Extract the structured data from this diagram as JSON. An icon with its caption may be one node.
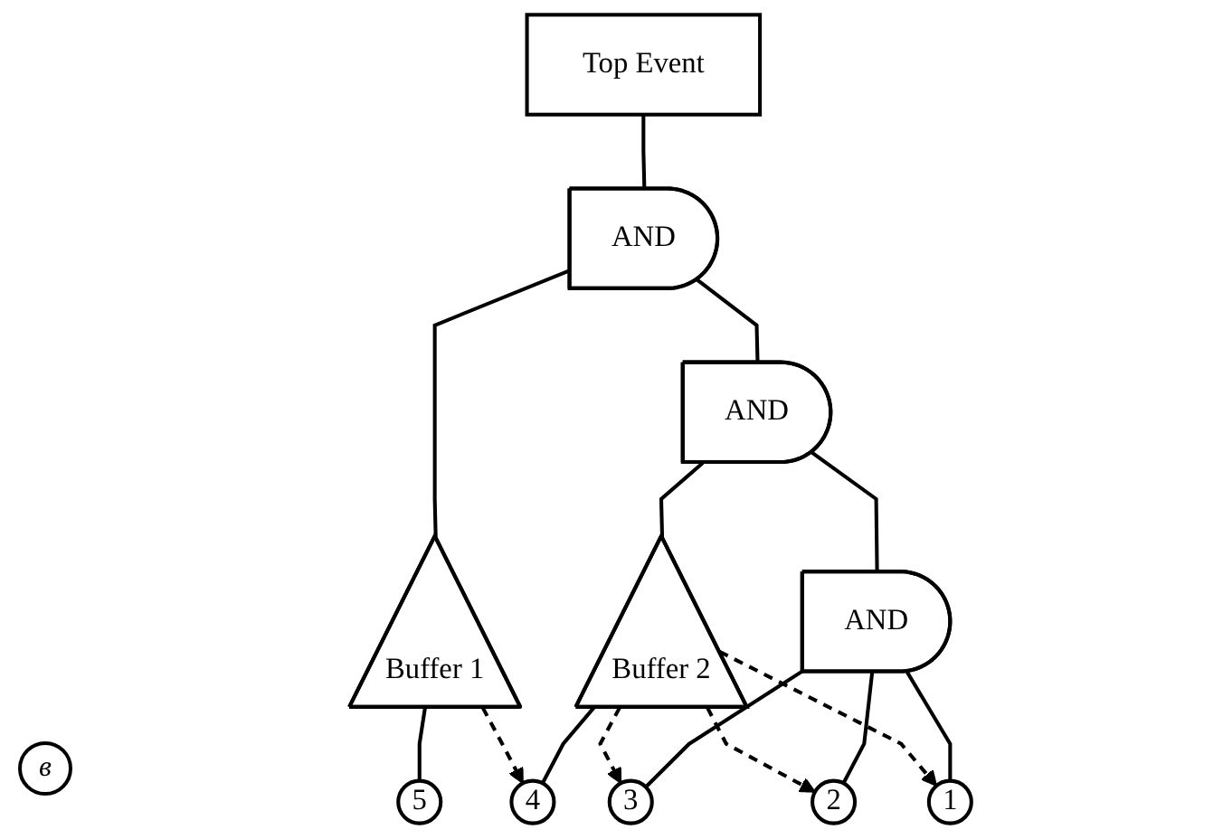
{
  "diagram": {
    "nodes": [
      {
        "text": [
          "Top Event"
        ]
      },
      {
        "text": [
          "AND"
        ]
      },
      {
        "text": [
          "Buffer 1"
        ]
      },
      {
        "text": [
          "AND"
        ]
      },
      {
        "text": [
          "Buffer 2"
        ]
      },
      {
        "text": [
          "AND"
        ]
      },
      {
        "text": [
          "5"
        ]
      },
      {
        "text": [
          "4"
        ]
      },
      {
        "text": [
          "3"
        ]
      },
      {
        "text": [
          "2"
        ]
      },
      {
        "text": [
          "1"
        ]
      }
    ],
    "edges": [
      {
        "from": 0,
        "to": 1,
        "arrow": "none"
      },
      {
        "from": 1,
        "to": 2,
        "arrow": "none"
      },
      {
        "from": 1,
        "to": 3,
        "arrow": "none"
      },
      {
        "from": 2,
        "to": 6,
        "arrow": "none"
      },
      {
        "from": 2,
        "to": 7,
        "arrow": "to",
        "style": "dashed"
      },
      {
        "from": 3,
        "to": 4,
        "arrow": "none"
      },
      {
        "from": 3,
        "to": 5,
        "arrow": "none"
      },
      {
        "from": 4,
        "to": 7,
        "arrow": "none"
      },
      {
        "from": 4,
        "to": 8,
        "arrow": "to",
        "style": "dashed"
      },
      {
        "from": 4,
        "to": 9,
        "arrow": "to",
        "style": "dashed"
      },
      {
        "from": 4,
        "to": 10,
        "arrow": "to",
        "style": "dashed"
      },
      {
        "from": 5,
        "to": 8,
        "arrow": "none"
      },
      {
        "from": 5,
        "to": 9,
        "arrow": "none"
      },
      {
        "from": 5,
        "to": 10,
        "arrow": "none"
      }
    ],
    "labels": [
      "в"
    ]
  }
}
